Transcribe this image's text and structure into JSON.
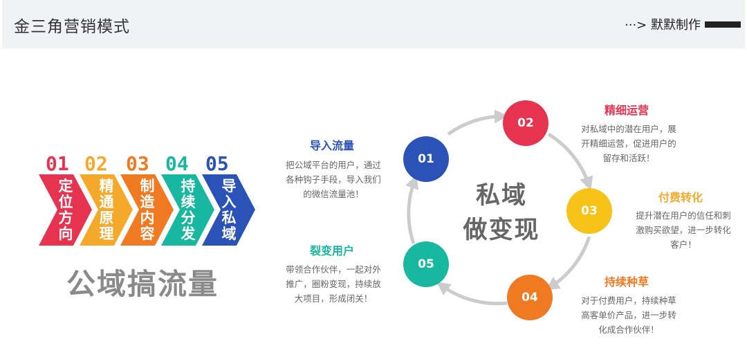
{
  "header": {
    "title": "金三角营销模式",
    "author": "···> 默默制作"
  },
  "left": {
    "items": [
      {
        "num": "01",
        "text": "定位方向",
        "color": "#e63450"
      },
      {
        "num": "02",
        "text": "精通原理",
        "color": "#f5a92a"
      },
      {
        "num": "03",
        "text": "制造内容",
        "color": "#f07a22"
      },
      {
        "num": "04",
        "text": "持续分发",
        "color": "#18b8a0"
      },
      {
        "num": "05",
        "text": "导入私域",
        "color": "#2a52b7"
      }
    ],
    "big_title": "公域搞流量"
  },
  "cycle": {
    "center_line1": "私域",
    "center_line2": "做变现",
    "nodes": [
      {
        "label": "01",
        "color": "#2a52b7"
      },
      {
        "label": "02",
        "color": "#e63450"
      },
      {
        "label": "03",
        "color": "#f7c318"
      },
      {
        "label": "04",
        "color": "#f07a22"
      },
      {
        "label": "05",
        "color": "#18b8a0"
      }
    ],
    "steps": [
      {
        "title": "导入流量",
        "color": "#2a52b7",
        "lines": [
          "把公域平台的用户，通过",
          "各种钩子手段，导入我们",
          "的微信流量池！"
        ]
      },
      {
        "title": "精细运营",
        "color": "#e63450",
        "lines": [
          "对私域中的潜在用户，展",
          "开精细运营，促进用户的",
          "留存和活跃！"
        ]
      },
      {
        "title": "付费转化",
        "color": "#f5a92a",
        "lines": [
          "提升潜在用户的信任和刺",
          "激购买欲望，进一步转化",
          "客户！"
        ]
      },
      {
        "title": "持续种草",
        "color": "#f07a22",
        "lines": [
          "对于付费用户，持续种草",
          "高客单价产品，进一步转",
          "化成合作伙伴！"
        ]
      },
      {
        "title": "裂变用户",
        "color": "#18b8a0",
        "lines": [
          "带领合作伙伴，一起对外",
          "推广，圈粉变现，持续放",
          "大项目，形成闭关！"
        ]
      }
    ]
  }
}
